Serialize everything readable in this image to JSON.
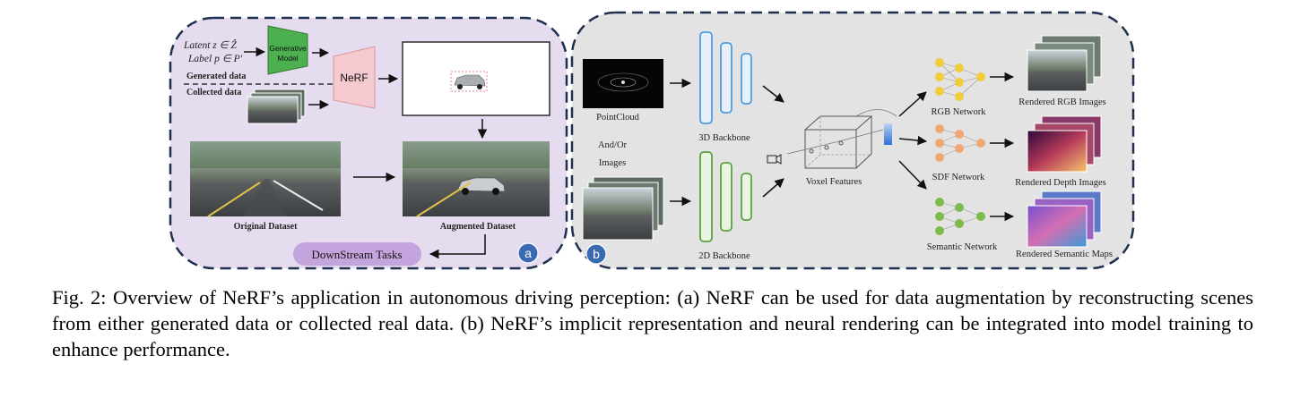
{
  "panel_a": {
    "latent_label": "Latent z ∈ Ẑ",
    "label_label": "Label p ∈ P'",
    "generative_model": [
      "Generative",
      "Model"
    ],
    "nerf": "NeRF",
    "generated_data": "Generated data",
    "collected_data": "Collected data",
    "original_dataset": "Original Dataset",
    "augmented_dataset": "Augmented Dataset",
    "downstream_tasks": "DownStream Tasks",
    "badge": "a"
  },
  "panel_b": {
    "pointcloud": "PointCloud",
    "and_or": "And/Or",
    "images": "Images",
    "backbone_3d": "3D Backbone",
    "backbone_2d": "2D Backbone",
    "voxel_features": "Voxel Features",
    "rgb_network": "RGB Network",
    "sdf_network": "SDF Network",
    "semantic_network": "Semantic Network",
    "rendered_rgb": "Rendered RGB Images",
    "rendered_depth": "Rendered Depth Images",
    "rendered_semantic": "Rendered Semantic Maps",
    "badge": "b"
  },
  "colors": {
    "panel_a_bg": "#e6dcef",
    "panel_b_bg": "#e3e3e3",
    "dash_border": "#1f2f4f",
    "generative_green": "#4caf50",
    "nerf_pink": "#f4c9cf",
    "backbone_blue": "#4f9be0",
    "backbone_green": "#5aa33f",
    "node_yellow": "#f1cc3b",
    "node_orange": "#f0a872",
    "node_green": "#7dbb4a",
    "downstream_purple": "#c3a4dc",
    "badge_blue": "#3a6ab0"
  },
  "caption": "Fig. 2: Overview of NeRF’s application in autonomous driving perception: (a) NeRF can be used for data augmentation by reconstructing scenes from either generated data or collected real data. (b) NeRF’s implicit representation and neural rendering can be integrated into model training to enhance performance."
}
